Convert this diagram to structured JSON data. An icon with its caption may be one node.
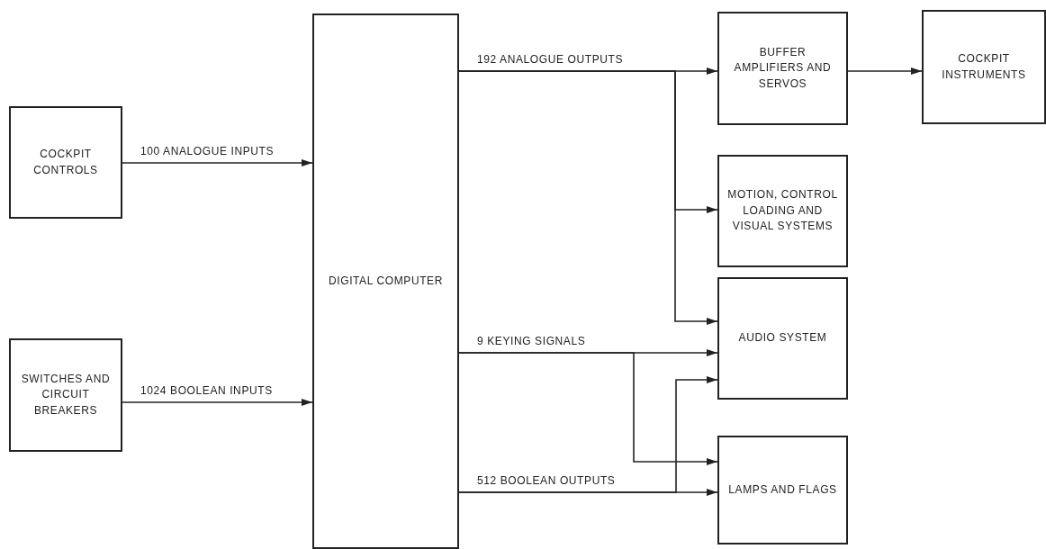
{
  "diagram": {
    "nodes": [
      {
        "text": [
          "COCKPIT CONTROLS"
        ]
      },
      {
        "text": [
          "SWITCHES AND CIRCUIT BREAKERS"
        ]
      },
      {
        "text": [
          "DIGITAL COMPUTER"
        ]
      },
      {
        "text": [
          "BUFFER AMPLIFIERS AND SERVOS"
        ]
      },
      {
        "text": [
          "COCKPIT INSTRUMENTS"
        ]
      },
      {
        "text": [
          "MOTION, CONTROL LOADING AND VISUAL SYSTEMS"
        ]
      },
      {
        "text": [
          "AUDIO SYSTEM"
        ]
      },
      {
        "text": [
          "LAMPS AND FLAGS"
        ]
      }
    ],
    "edges": [
      {
        "from": 0,
        "to": 2,
        "arrow": "to",
        "label": "100 ANALOGUE INPUTS"
      },
      {
        "from": 1,
        "to": 2,
        "arrow": "to",
        "label": "1024 BOOLEAN INPUTS"
      },
      {
        "from": 2,
        "to": 3,
        "arrow": "to",
        "label": "192 ANALOGUE OUTPUTS"
      },
      {
        "from": 2,
        "to": 5,
        "arrow": "to"
      },
      {
        "from": 2,
        "to": 6,
        "arrow": "to"
      },
      {
        "from": 2,
        "to": 6,
        "arrow": "to",
        "label": "9 KEYING SIGNALS"
      },
      {
        "from": 2,
        "to": 7,
        "arrow": "to"
      },
      {
        "from": 2,
        "to": 7,
        "arrow": "to",
        "label": "512 BOOLEAN OUTPUTS"
      },
      {
        "from": 2,
        "to": 6,
        "arrow": "to"
      },
      {
        "from": 3,
        "to": 4,
        "arrow": "to"
      }
    ]
  }
}
